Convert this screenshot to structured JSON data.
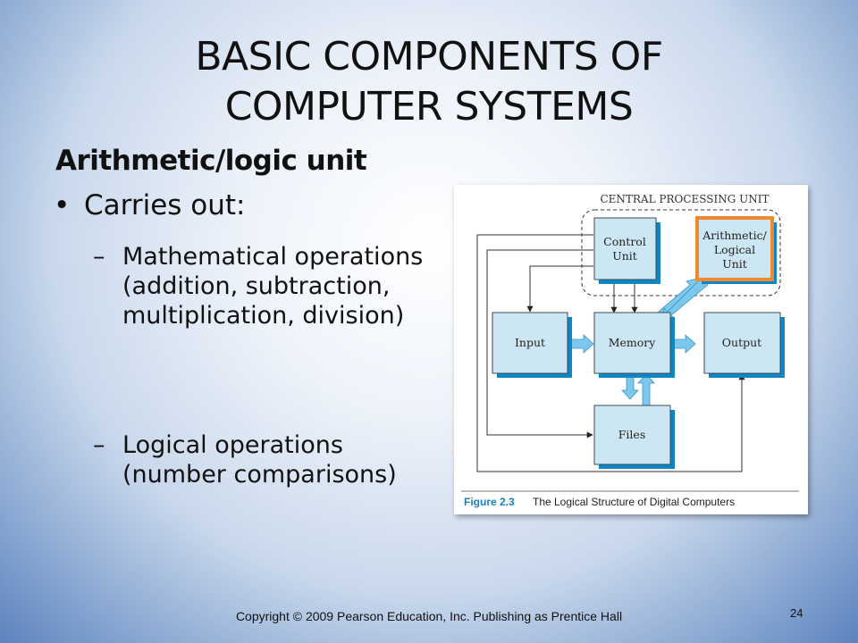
{
  "slide": {
    "title_line1": "BASIC COMPONENTS OF",
    "title_line2": "COMPUTER SYSTEMS",
    "heading": "Arithmetic/logic unit",
    "bullet": "Carries out:",
    "sub_bullets": [
      "Mathematical operations (addition, subtraction, multiplication, division)",
      "Logical operations (number comparisons)"
    ],
    "footer": "Copyright © 2009 Pearson Education, Inc.  Publishing as Prentice Hall",
    "page_number": "24"
  },
  "figure": {
    "cpu_label": "CENTRAL PROCESSING UNIT",
    "control_unit": [
      "Control",
      "Unit"
    ],
    "alu": [
      "Arithmetic/",
      "Logical",
      "Unit"
    ],
    "input": "Input",
    "memory": "Memory",
    "output": "Output",
    "files": "Files",
    "caption_number": "Figure 2.3",
    "caption_text": "The Logical Structure of Digital Computers",
    "colors": {
      "box_fill": "#cde6f4",
      "box_border": "#3d4a56",
      "shadow": "#0f86c4",
      "arrow": "#7cc7ec",
      "alu_border": "#f08a30",
      "caption": "#1d7fc0"
    }
  }
}
